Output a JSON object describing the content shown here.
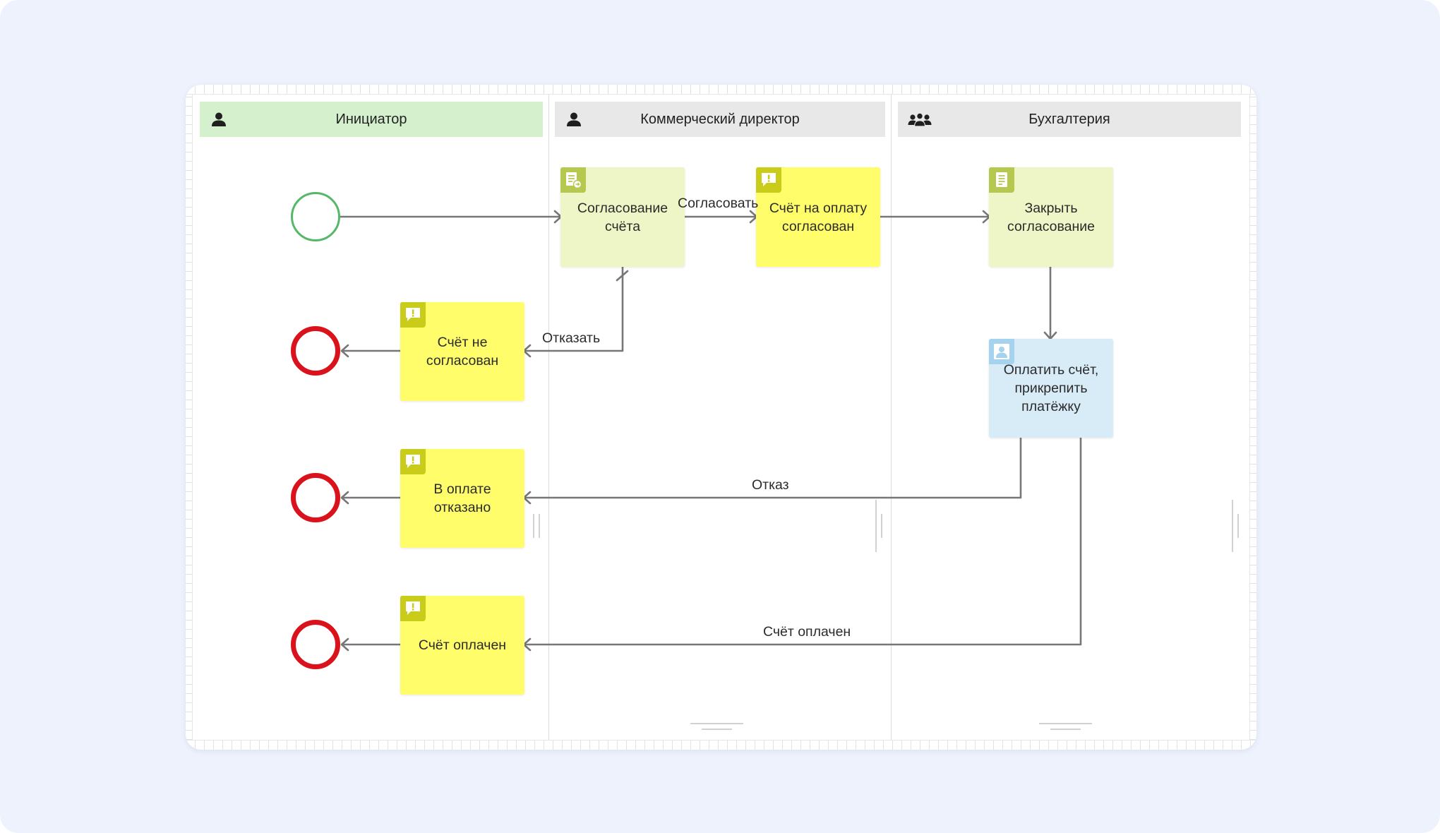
{
  "lanes": [
    {
      "title": "Инициатор",
      "icon": "user-icon"
    },
    {
      "title": "Коммерческий директор",
      "icon": "user-icon"
    },
    {
      "title": "Бухгалтерия",
      "icon": "group-icon"
    }
  ],
  "nodes": {
    "approval_task": {
      "text": "Согласование счёта",
      "icon": "document-task-icon"
    },
    "invoice_approved": {
      "text": "Счёт на оплату согласован",
      "icon": "notification-icon"
    },
    "close_approval": {
      "text": "Закрыть согласование",
      "icon": "script-icon"
    },
    "pay_invoice": {
      "text": "Оплатить счёт, прикрепить платёжку",
      "icon": "user-task-icon"
    },
    "invoice_rejected": {
      "text": "Счёт не согласован",
      "icon": "notification-icon"
    },
    "payment_refused": {
      "text": "В оплате отказано",
      "icon": "notification-icon"
    },
    "invoice_paid": {
      "text": "Счёт оплачен",
      "icon": "notification-icon"
    }
  },
  "flow_labels": {
    "approve": "Согласовать",
    "reject": "Отказать",
    "refusal": "Отказ",
    "paid": "Счёт оплачен"
  },
  "colors": {
    "start": "#55b768",
    "end": "#d9121c",
    "notification": "#fffd6a",
    "task": "#eef5c6",
    "user_task": "#d8ecf8",
    "lane_initiator": "#d5f0cd",
    "lane_other": "#e8e8e8",
    "flow": "#777777"
  }
}
